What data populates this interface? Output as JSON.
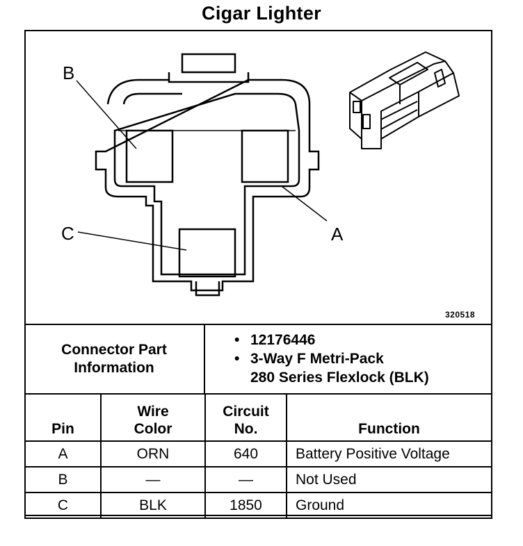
{
  "title": "Cigar Lighter",
  "figure_ref": "320518",
  "diagram": {
    "pin_labels": {
      "a": "A",
      "b": "B",
      "c": "C"
    }
  },
  "connector_info": {
    "label_line1": "Connector Part",
    "label_line2": "Information",
    "part_number": "12176446",
    "desc_line1": "3-Way F Metri-Pack",
    "desc_line2": "280 Series Flexlock (BLK)",
    "bullet": "•"
  },
  "table": {
    "headers": {
      "pin": "Pin",
      "wire_color_1": "Wire",
      "wire_color_2": "Color",
      "circuit_1": "Circuit",
      "circuit_2": "No.",
      "function": "Function"
    },
    "rows": [
      {
        "pin": "A",
        "wire_color": "ORN",
        "circuit": "640",
        "function": "Battery Positive Voltage"
      },
      {
        "pin": "B",
        "wire_color": "—",
        "circuit": "—",
        "function": "Not Used"
      },
      {
        "pin": "C",
        "wire_color": "BLK",
        "circuit": "1850",
        "function": "Ground"
      }
    ]
  }
}
